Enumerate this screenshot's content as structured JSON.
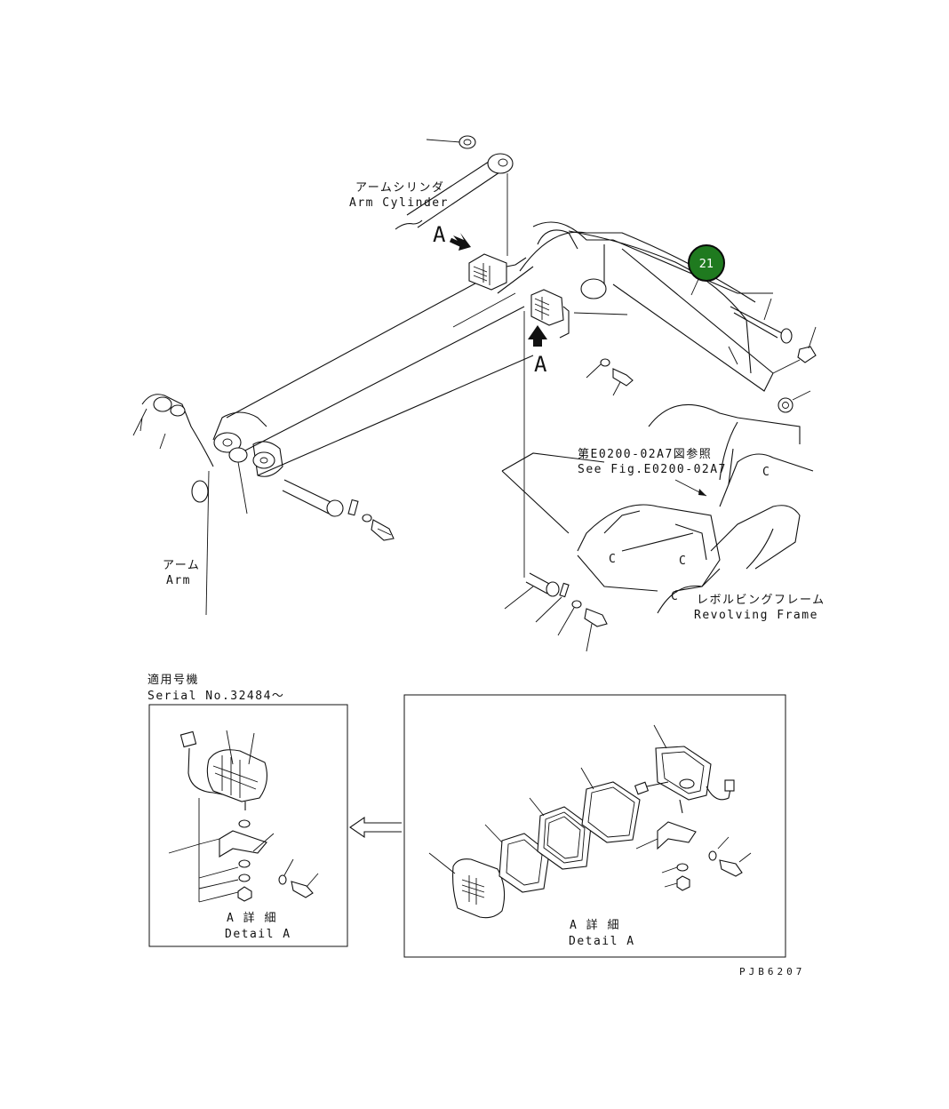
{
  "labels": {
    "arm_cylinder_jp": "アームシリンダ",
    "arm_cylinder_en": "Arm Cylinder",
    "view_a_1": "A",
    "view_a_2": "A",
    "callout_number": "21",
    "ref_jp": "第E0200-02A7図参照",
    "ref_en": "See Fig.E0200-02A7",
    "arm_jp": "アーム",
    "arm_en": "Arm",
    "frame_jp": "レボルビングフレーム",
    "frame_en": "Revolving Frame",
    "serial_jp": "適用号機",
    "serial_en": "Serial No.32484～",
    "detail_left_jp": "A 詳 細",
    "detail_left_en": "Detail A",
    "detail_right_jp": "A 詳 細",
    "detail_right_en": "Detail A",
    "figure_code": "PJB6207"
  },
  "colors": {
    "line": "#111111",
    "callout_fill": "#1f7a1f",
    "callout_text": "#ffffff"
  }
}
